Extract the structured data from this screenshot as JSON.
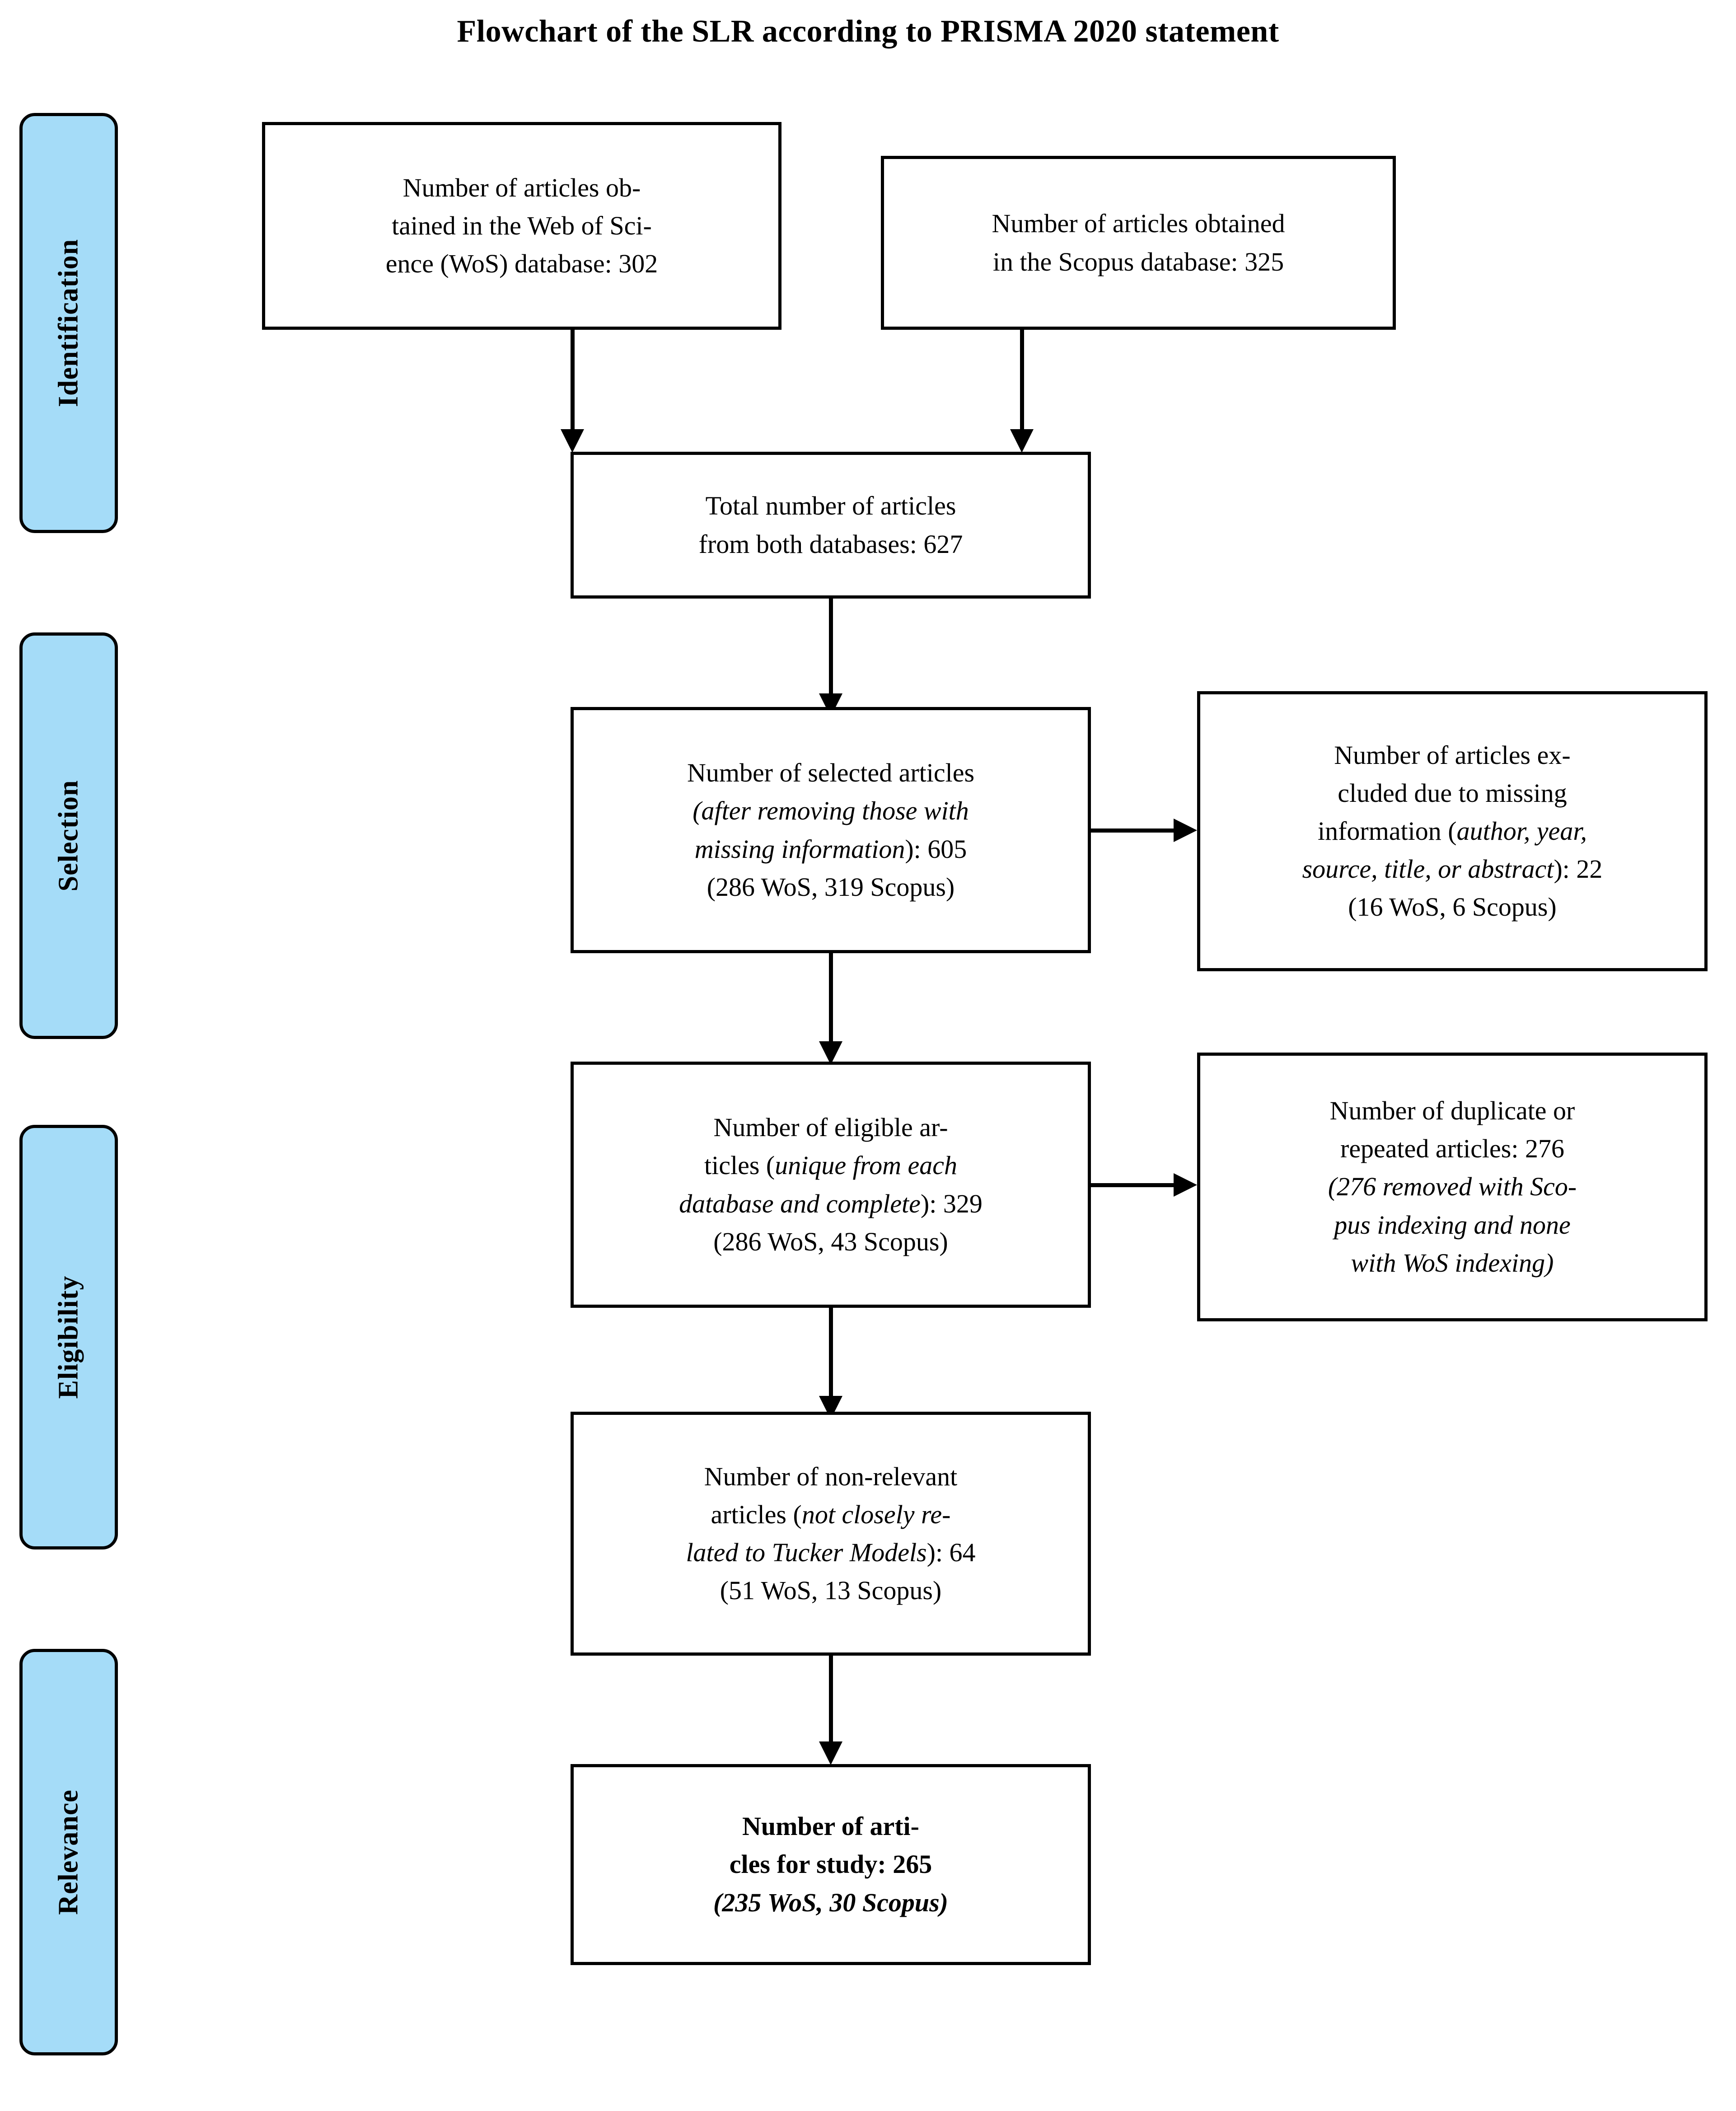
{
  "title": "Flowchart of the SLR according to PRISMA 2020 statement",
  "stages": [
    {
      "label": "Identification"
    },
    {
      "label": "Selection"
    },
    {
      "label": "Eligibility"
    },
    {
      "label": "Relevance"
    }
  ],
  "boxes": {
    "wos": {
      "line1": "Number of articles ob-",
      "line2": "tained in the Web of Sci-",
      "line3": "ence (WoS) database: 302"
    },
    "scopus": {
      "line1": "Number of articles obtained",
      "line2": "in the Scopus database: 325"
    },
    "total": {
      "line1": "Total number of articles",
      "line2": "from both databases: 627"
    },
    "selected": {
      "line1": "Number of selected articles",
      "line2_ital": "(after removing those with",
      "line3_ital": "missing information",
      "line3_rest": "): 605",
      "line4": "(286 WoS, 319 Scopus)"
    },
    "excluded": {
      "line1": "Number of articles ex-",
      "line2": "cluded due to missing",
      "line3_plain": "information (",
      "line3_ital": "author, year,",
      "line4_ital": "source, title, or abstract",
      "line4_rest": "): 22",
      "line5": "(16 WoS, 6 Scopus)"
    },
    "eligible": {
      "line1": "Number of eligible ar-",
      "line2_plain": "ticles (",
      "line2_ital": "unique from each",
      "line3_ital": "database and complete",
      "line3_rest": "): 329",
      "line4": "(286 WoS, 43 Scopus)"
    },
    "duplicates": {
      "line1": "Number of duplicate or",
      "line2": "repeated articles: 276",
      "line3_ital": "(276 removed with Sco-",
      "line4_ital": "pus indexing and none",
      "line5_ital": "with WoS indexing)"
    },
    "nonrelevant": {
      "line1": "Number of non-relevant",
      "line2_plain": "articles (",
      "line2_ital": "not closely re-",
      "line3_ital": "lated to Tucker Models",
      "line3_rest": "): 64",
      "line4": "(51 WoS, 13 Scopus)"
    },
    "final": {
      "line1": "Number of arti-",
      "line2": "cles for study: 265",
      "line3_bital": "(235 WoS, 30 Scopus)"
    }
  },
  "chart_data": {
    "type": "diagram",
    "title": "Flowchart of the SLR according to PRISMA 2020 statement",
    "diagram_kind": "PRISMA 2020 flow diagram",
    "stages": [
      "Identification",
      "Selection",
      "Eligibility",
      "Relevance"
    ],
    "nodes": [
      {
        "id": "wos",
        "stage": "Identification",
        "label": "Number of articles obtained in the Web of Science (WoS) database: 302",
        "count": 302
      },
      {
        "id": "scopus",
        "stage": "Identification",
        "label": "Number of articles obtained in the Scopus database: 325",
        "count": 325
      },
      {
        "id": "total",
        "stage": "Identification",
        "label": "Total number of articles from both databases: 627",
        "count": 627
      },
      {
        "id": "selected",
        "stage": "Selection",
        "label": "Number of selected articles (after removing those with missing information): 605 (286 WoS, 319 Scopus)",
        "count": 605,
        "wos": 286,
        "scopus": 319
      },
      {
        "id": "excluded",
        "stage": "Selection",
        "label": "Number of articles excluded due to missing information (author, year, source, title, or abstract): 22 (16 WoS, 6 Scopus)",
        "count": 22,
        "wos": 16,
        "scopus": 6
      },
      {
        "id": "eligible",
        "stage": "Eligibility",
        "label": "Number of eligible articles (unique from each database and complete): 329 (286 WoS, 43 Scopus)",
        "count": 329,
        "wos": 286,
        "scopus": 43
      },
      {
        "id": "duplicates",
        "stage": "Eligibility",
        "label": "Number of duplicate or repeated articles: 276 (276 removed with Scopus indexing and none with WoS indexing)",
        "count": 276
      },
      {
        "id": "nonrelevant",
        "stage": "Eligibility",
        "label": "Number of non-relevant articles (not closely related to Tucker Models): 64 (51 WoS, 13 Scopus)",
        "count": 64,
        "wos": 51,
        "scopus": 13
      },
      {
        "id": "final",
        "stage": "Relevance",
        "label": "Number of articles for study: 265 (235 WoS, 30 Scopus)",
        "count": 265,
        "wos": 235,
        "scopus": 30
      }
    ],
    "edges": [
      {
        "from": "wos",
        "to": "total"
      },
      {
        "from": "scopus",
        "to": "total"
      },
      {
        "from": "total",
        "to": "selected"
      },
      {
        "from": "selected",
        "to": "excluded"
      },
      {
        "from": "selected",
        "to": "eligible"
      },
      {
        "from": "eligible",
        "to": "duplicates"
      },
      {
        "from": "eligible",
        "to": "nonrelevant"
      },
      {
        "from": "nonrelevant",
        "to": "final"
      }
    ],
    "colors": {
      "stage_band": "#A5DCF8",
      "box_border": "#000000",
      "box_fill": "#FFFFFF",
      "text": "#000000"
    }
  }
}
